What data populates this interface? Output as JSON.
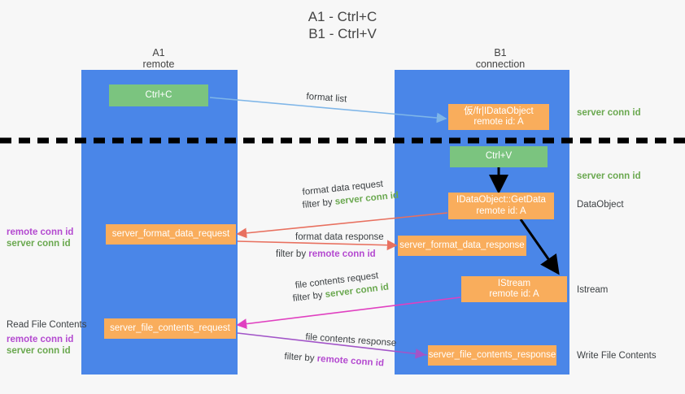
{
  "title": {
    "line1": "A1 - Ctrl+C",
    "line2": "B1 - Ctrl+V"
  },
  "lanes": [
    {
      "id": "a1",
      "name": "A1",
      "sub": "remote"
    },
    {
      "id": "b1",
      "name": "B1",
      "sub": "connection"
    }
  ],
  "colors": {
    "lane": "#4a86e8",
    "orange": "#f9ad5c",
    "green_box": "#7bc47f",
    "server_conn": "#6aa84f",
    "remote_conn": "#b44ad0",
    "arrow_blue": "#7fb6e8",
    "arrow_black": "#000000",
    "arrow_red": "#e8705f",
    "arrow_magenta": "#e040c0",
    "arrow_purple": "#a255c8",
    "divider": "#000000"
  },
  "boxes": {
    "ctrl_c": "Ctrl+C",
    "ctrl_v": "Ctrl+V",
    "idataobject_title": "仮/fr|IDataObject",
    "idataobject_sub": "remote id: A",
    "getdata_title": "IDataObject::GetData",
    "getdata_sub": "remote id: A",
    "istream_title": "IStream",
    "istream_sub": "remote id: A",
    "server_format_data_request": "server_format_data_request",
    "server_format_data_response": "server_format_data_response",
    "server_file_contents_request": "server_file_contents_request",
    "server_file_contents_response": "server_file_contents_response"
  },
  "right_labels": {
    "server_conn_top": "server conn id",
    "server_conn_mid": "server conn id",
    "dataobject": "DataObject",
    "istream": "Istream",
    "write_file_contents": "Write File Contents"
  },
  "left_labels": {
    "remote_conn_1": "remote conn id",
    "server_conn_1": "server conn id",
    "read_file_contents": "Read File Contents",
    "remote_conn_2": "remote conn id",
    "server_conn_2": "server conn id"
  },
  "arrow_labels": {
    "format_list": "format list",
    "format_data_request": "format data request",
    "format_data_request_filter_prefix": "filter by ",
    "format_data_request_filter_value": "server conn id",
    "format_data_response": "format data response",
    "format_data_response_filter_prefix": "filter by ",
    "format_data_response_filter_value": "remote conn id",
    "file_contents_request": "file contents request",
    "file_contents_request_filter_prefix": "filter by ",
    "file_contents_request_filter_value": "server conn id",
    "file_contents_response": "file contents response",
    "file_contents_response_filter_prefix": "filter by ",
    "file_contents_response_filter_value": "remote conn id"
  }
}
